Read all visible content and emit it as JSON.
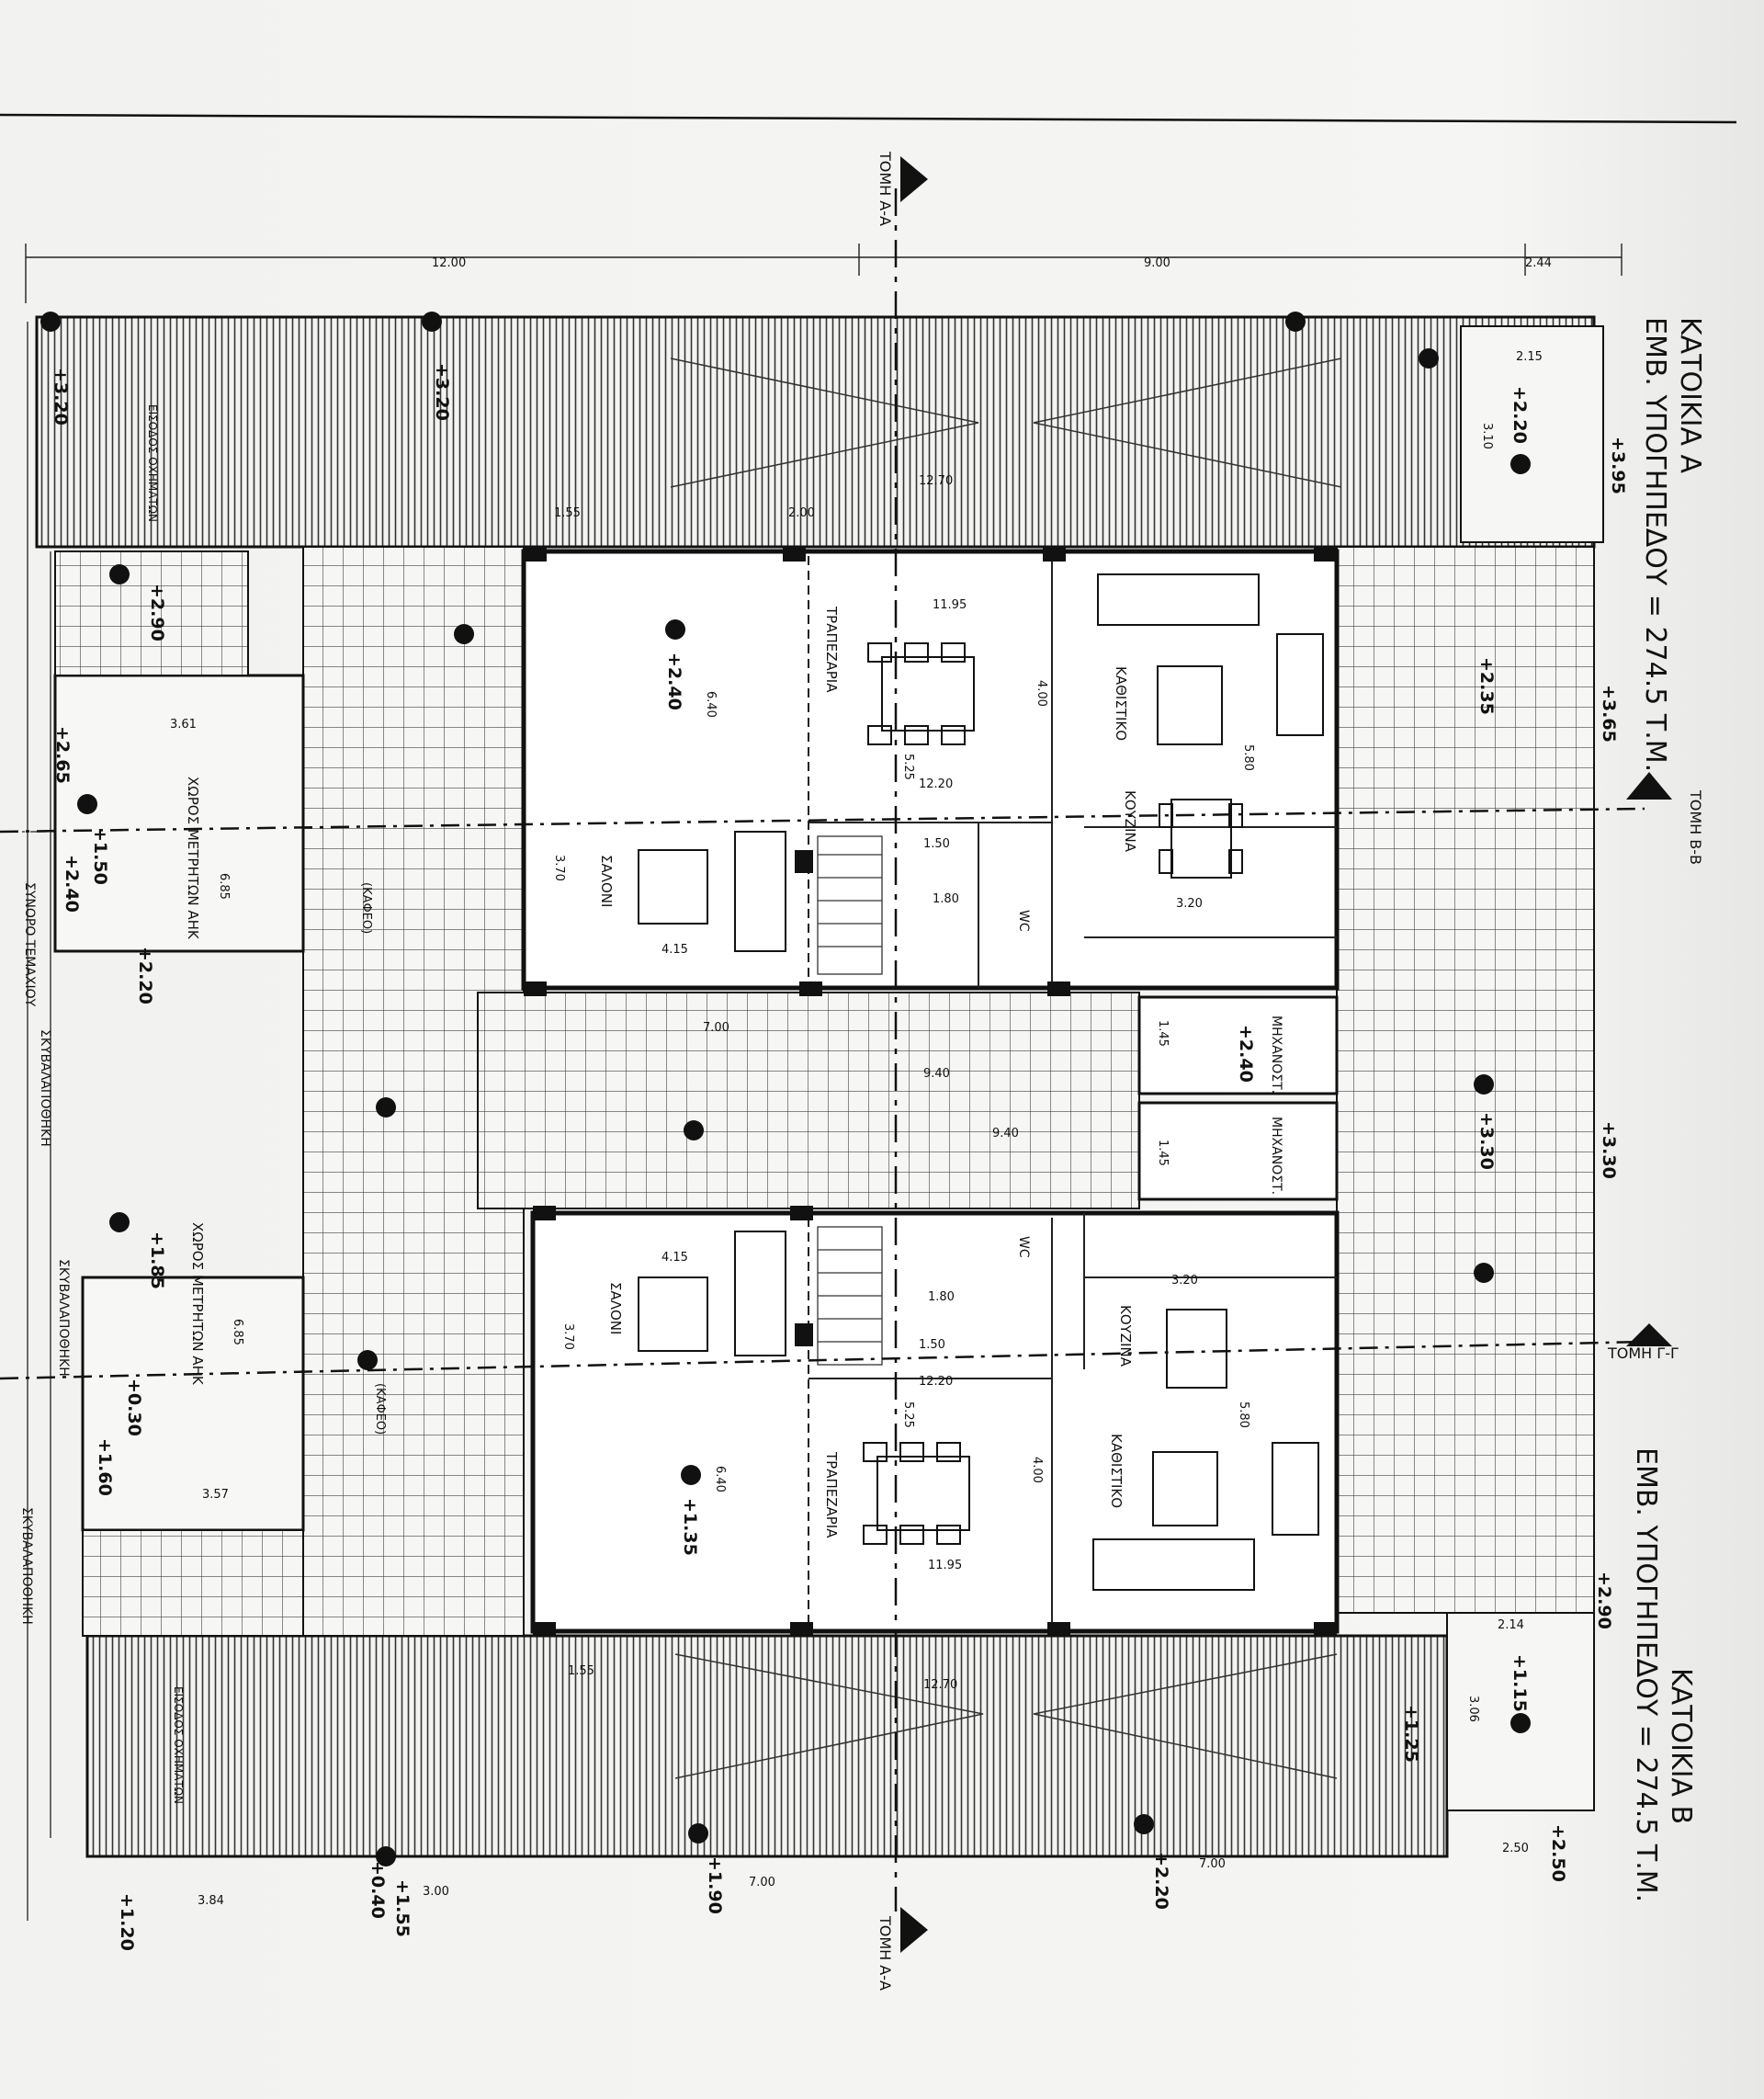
{
  "title_a": {
    "name": "ΚΑΤΟΙΚΙΑ Α",
    "area": "ΕΜΒ. ΥΠΟΓΗΠΕΔΟΥ = 274.5 Τ.Μ."
  },
  "title_b": {
    "name": "ΚΑΤΟΙΚΙΑ Β",
    "area": "ΕΜΒ. ΥΠΟΓΗΠΕΔΟΥ = 274.5 Τ.Μ."
  },
  "sections": {
    "aa": "ΤΟΜΗ Α-Α",
    "bb": "ΤΟΜΗ Β-Β",
    "gg": "ΤΟΜΗ Γ-Γ"
  },
  "rooms": {
    "trapezaria": "ΤΡΑΠΕΖΑΡΙΑ",
    "kathistiko": "ΚΑΘΙΣΤΙΚΟ",
    "kouzina": "ΚΟΥΖΙΝΑ",
    "saloni": "ΣΑΛΟΝΙ",
    "wc": "WC",
    "mechanostasio": "ΜΗΧΑΝΟΣΤ.",
    "meter_room": "ΧΩΡΟΣ ΜΕΤΡΗΤΩΝ ΑΗΚ",
    "trash": "ΣΚΥΒΑΛΑΠΟΘΗΚΗ",
    "boundary": "ΣΥΝΟΡΟ ΤΕΜΑΧΙΟΥ",
    "entrance": "ΕΙΣΟΔΟΣ ΟΧΗΜΑΤΩΝ",
    "kafeo": "(ΚΑΦΕΟ)"
  },
  "dims": {
    "top_12": "12.00",
    "top_9": "9.00",
    "top_244": "2.44",
    "d1195": "11.95",
    "d1220": "12.20",
    "d1270": "12.70",
    "d640": "6.40",
    "d415": "4.15",
    "d370": "3.70",
    "d580": "5.80",
    "d400": "4.00",
    "d320": "3.20",
    "d150": "1.50",
    "d180": "1.80",
    "d700": "7.00",
    "d940": "9.40",
    "d361": "3.61",
    "d357": "3.57",
    "d685": "6.85",
    "d215": "2.15",
    "d214": "2.14",
    "d310": "3.10",
    "d306": "3.06",
    "d525": "5.25",
    "d155": "1.55",
    "d200": "2.00",
    "d250": "2.50",
    "d384": "3.84",
    "d300": "3.00",
    "d145": "1.45"
  },
  "levels": {
    "l240": "+2.40",
    "l135": "+1.35",
    "l220": "+2.20",
    "l115": "+1.15",
    "l320": "+3.20",
    "l290": "+2.90",
    "l265": "+2.65",
    "l150": "+1.50",
    "l185": "+1.85",
    "l030": "+0.30",
    "l160": "+1.60",
    "l330": "+3.30",
    "l235": "+2.35",
    "l395": "+3.95",
    "l365": "+3.65",
    "l190": "+1.90",
    "l155": "+1.55",
    "l120": "+1.20",
    "l250": "+2.50",
    "l040": "+0.40",
    "l125": "+1.25"
  }
}
